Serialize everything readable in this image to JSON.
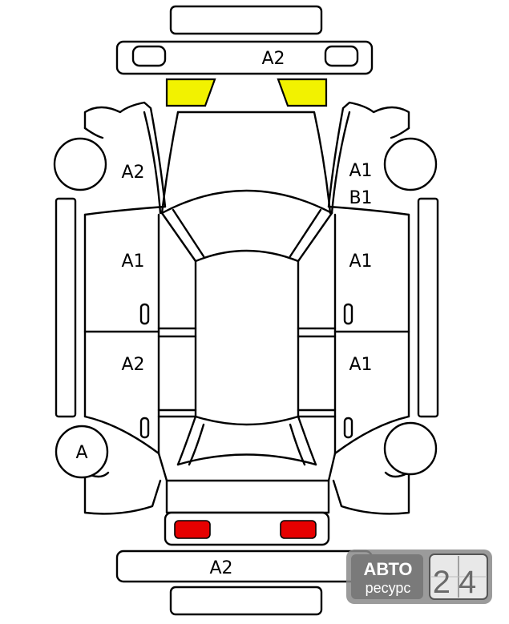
{
  "diagram": {
    "front_bumper_code": "A2",
    "left_front_fender_code": "A2",
    "right_front_fender_code_1": "A1",
    "right_front_fender_code_2": "B1",
    "left_front_door_code": "A1",
    "right_front_door_code": "A1",
    "left_rear_door_code": "A2",
    "right_rear_door_code": "A1",
    "left_rear_wheel_code": "A",
    "rear_bumper_code": "A2"
  },
  "colors": {
    "headlight": "#f2f200",
    "taillight": "#e60000",
    "outline": "#000000",
    "badge_bg": "#8a8a8a"
  },
  "watermark": {
    "line1": "АВТО",
    "line2": "ресурс",
    "number": "24"
  }
}
